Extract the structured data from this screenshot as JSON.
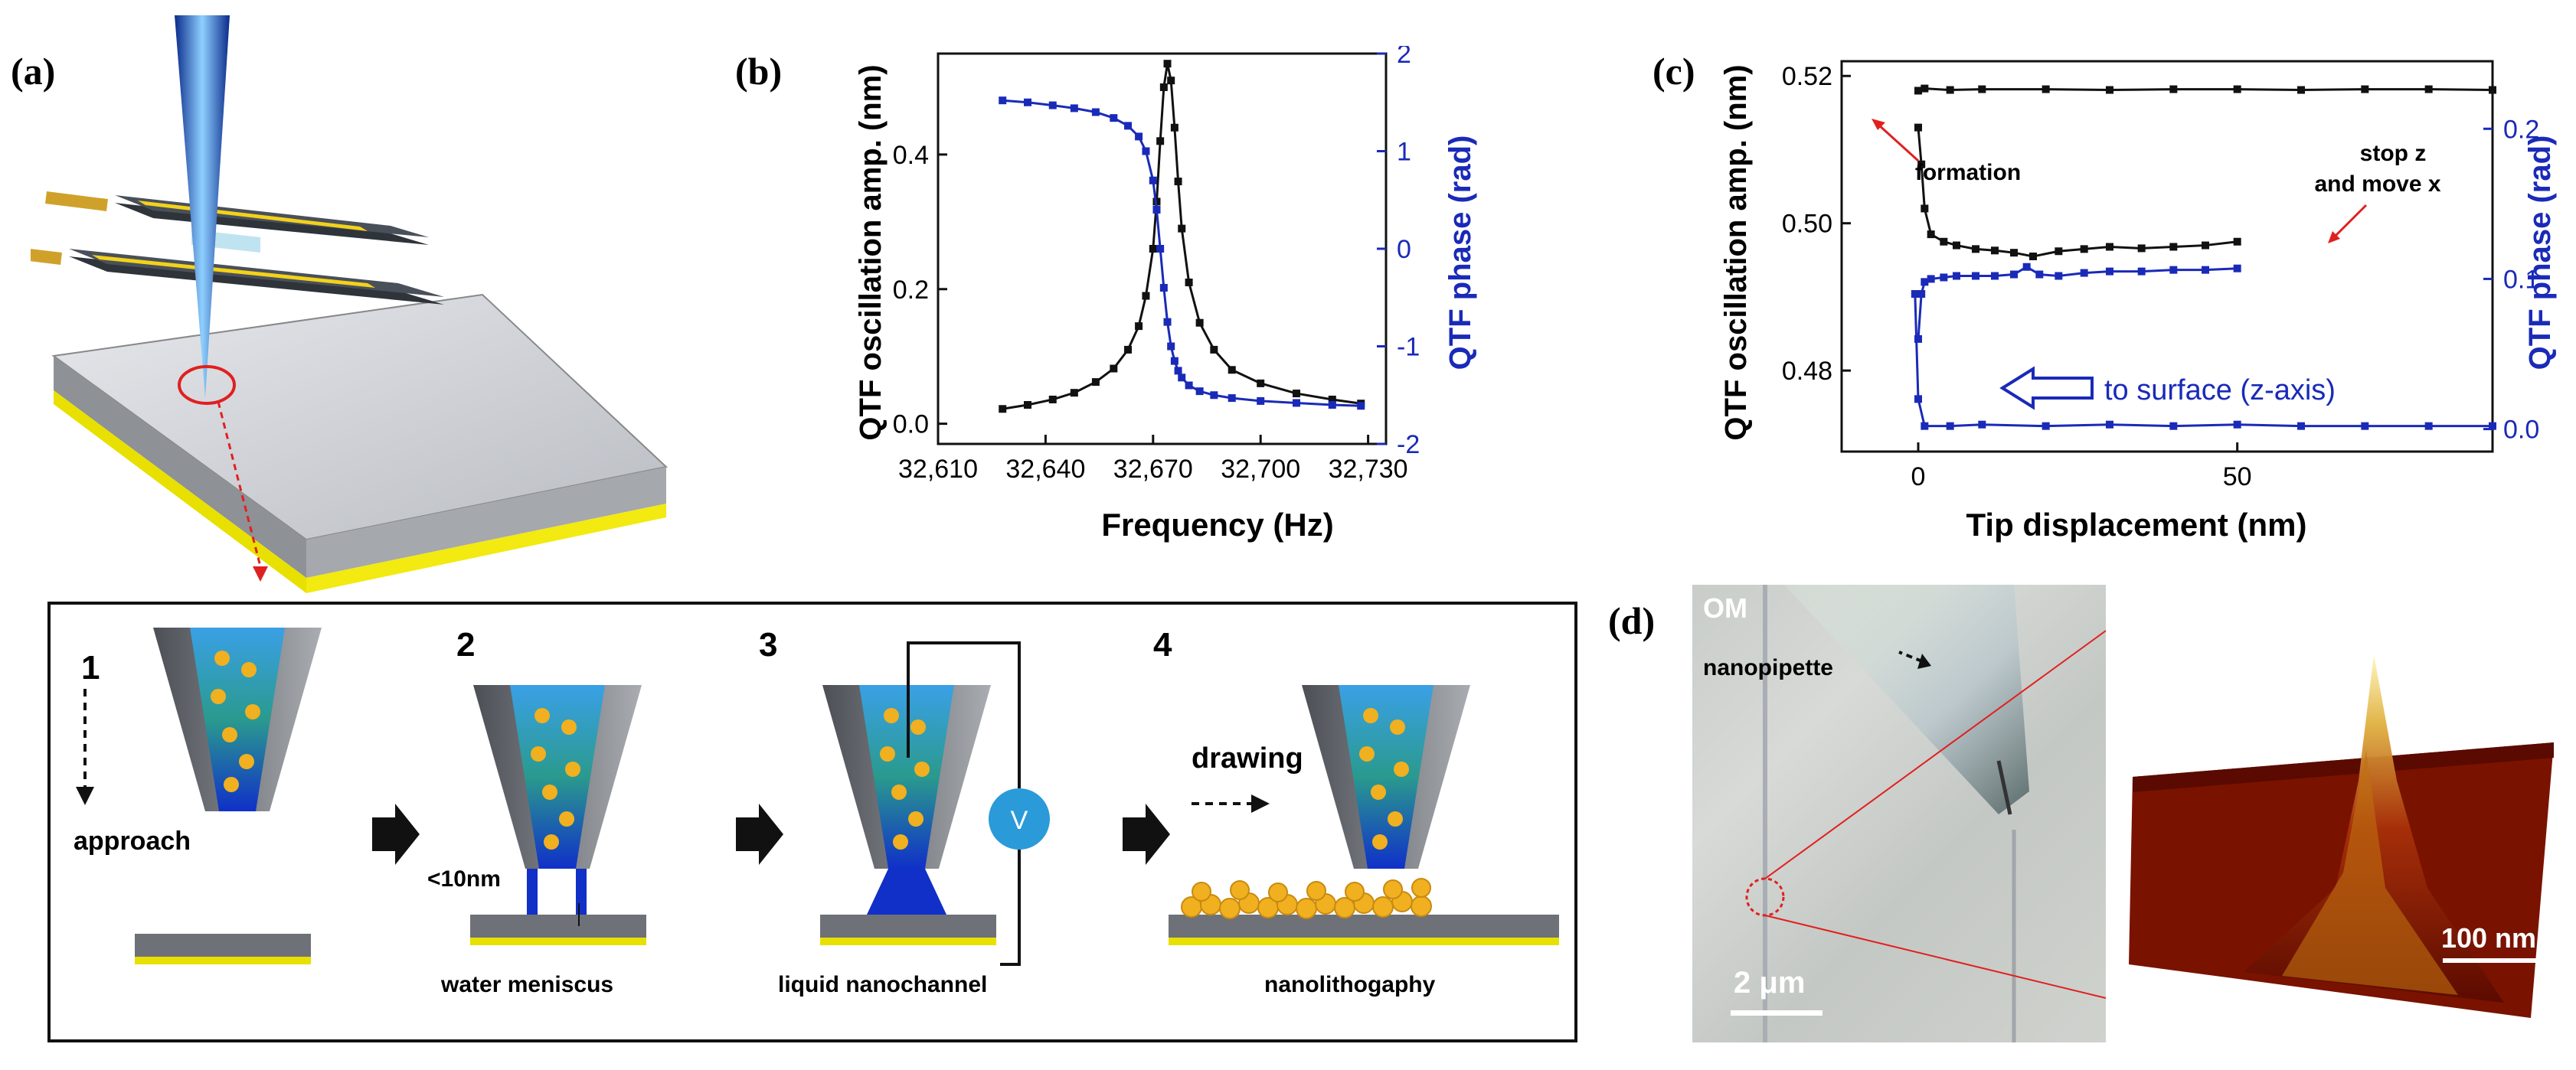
{
  "panels": {
    "a": {
      "label": "(a)"
    },
    "b": {
      "label": "(b)"
    },
    "c": {
      "label": "(c)"
    },
    "d": {
      "label": "(d)"
    }
  },
  "steps": [
    {
      "num": "1",
      "caption": "approach"
    },
    {
      "num": "2",
      "caption": "water meniscus",
      "gap_label": "<10nm"
    },
    {
      "num": "3",
      "caption": "liquid nanochannel",
      "meter_label": "V"
    },
    {
      "num": "4",
      "caption": "nanolithogaphy",
      "arrow_label": "drawing"
    }
  ],
  "om": {
    "label": "OM",
    "pipette_label": "nanopipette",
    "scale_label": "2 μm"
  },
  "afm": {
    "scale_label": "100 nm"
  },
  "chart_data": [
    {
      "id": "b",
      "type": "line",
      "xlabel": "Frequency (Hz)",
      "ylabel": "QTF oscillation amp. (nm)",
      "y2label": "QTF phase (rad)",
      "xlim": [
        32610,
        32735
      ],
      "ylim": [
        -0.03,
        0.55
      ],
      "y2lim": [
        -2,
        2
      ],
      "xticks": [
        "32,610",
        "32,640",
        "32,670",
        "32,700",
        "32,730"
      ],
      "xtick_values": [
        32610,
        32640,
        32670,
        32700,
        32730
      ],
      "yticks": [
        "0.0",
        "0.2",
        "0.4"
      ],
      "ytick_values": [
        0.0,
        0.2,
        0.4
      ],
      "y2ticks": [
        "-2",
        "-1",
        "0",
        "1",
        "2"
      ],
      "y2tick_values": [
        -2,
        -1,
        0,
        1,
        2
      ],
      "colors": {
        "amp": "#111111",
        "phase": "#1a2ab8"
      },
      "series": [
        {
          "axis": "left",
          "x": [
            32628,
            32635,
            32642,
            32648,
            32654,
            32659,
            32663,
            32666,
            32668,
            32670,
            32671,
            32672,
            32673,
            32674,
            32675,
            32676,
            32677,
            32678,
            32680,
            32683,
            32687,
            32692,
            32700,
            32710,
            32720,
            32728
          ],
          "values": [
            0.022,
            0.028,
            0.036,
            0.046,
            0.062,
            0.082,
            0.11,
            0.145,
            0.19,
            0.26,
            0.33,
            0.42,
            0.5,
            0.535,
            0.51,
            0.44,
            0.36,
            0.29,
            0.21,
            0.15,
            0.11,
            0.08,
            0.06,
            0.045,
            0.036,
            0.03
          ]
        },
        {
          "axis": "right",
          "x": [
            32628,
            32635,
            32642,
            32648,
            32654,
            32659,
            32663,
            32666,
            32668,
            32670,
            32671,
            32672,
            32673,
            32674,
            32675,
            32676,
            32677,
            32678,
            32680,
            32683,
            32687,
            32692,
            32700,
            32710,
            32720,
            32728
          ],
          "values": [
            1.52,
            1.5,
            1.47,
            1.44,
            1.4,
            1.34,
            1.26,
            1.15,
            1.0,
            0.7,
            0.4,
            0.0,
            -0.4,
            -0.75,
            -1.0,
            -1.15,
            -1.25,
            -1.32,
            -1.4,
            -1.46,
            -1.5,
            -1.53,
            -1.56,
            -1.58,
            -1.6,
            -1.61
          ]
        }
      ]
    },
    {
      "id": "c",
      "type": "line",
      "xlabel": "Tip displacement (nm)",
      "ylabel": "QTF oscillation amp. (nm)",
      "y2label": "QTF phase (rad)",
      "xlim": [
        -12,
        90
      ],
      "ylim": [
        0.469,
        0.522
      ],
      "y2lim": [
        -0.015,
        0.245
      ],
      "xticks": [
        "0",
        "50"
      ],
      "xtick_values": [
        0,
        50
      ],
      "yticks": [
        "0.48",
        "0.50",
        "0.52"
      ],
      "ytick_values": [
        0.48,
        0.5,
        0.52
      ],
      "y2ticks": [
        "0.0",
        "0.1",
        "0.2"
      ],
      "y2tick_values": [
        0.0,
        0.1,
        0.2
      ],
      "colors": {
        "amp": "#111111",
        "phase": "#1a2ab8",
        "annotation": "#e02020"
      },
      "annotations": [
        "formation",
        "stop z",
        "and move x",
        "to surface (z-axis)"
      ],
      "series": [
        {
          "axis": "left",
          "x": [
            0,
            1,
            5,
            10,
            20,
            30,
            40,
            50,
            60,
            70,
            80,
            90
          ],
          "values": [
            0.518,
            0.5183,
            0.5181,
            0.5182,
            0.5182,
            0.5181,
            0.5182,
            0.5182,
            0.5181,
            0.5182,
            0.5182,
            0.5181
          ]
        },
        {
          "axis": "left",
          "x": [
            0,
            0.5,
            1,
            2,
            4,
            6,
            9,
            12,
            15,
            18,
            22,
            26,
            30,
            35,
            40,
            45,
            50
          ],
          "values": [
            0.513,
            0.508,
            0.502,
            0.4985,
            0.4975,
            0.497,
            0.4965,
            0.4963,
            0.496,
            0.4955,
            0.4962,
            0.4965,
            0.4968,
            0.4966,
            0.4968,
            0.497,
            0.4975
          ]
        },
        {
          "axis": "right",
          "x": [
            0,
            0.5,
            1,
            2,
            4,
            6,
            9,
            12,
            15,
            17,
            19,
            22,
            26,
            30,
            35,
            40,
            45,
            50
          ],
          "values": [
            0.06,
            0.09,
            0.098,
            0.1,
            0.101,
            0.102,
            0.102,
            0.102,
            0.103,
            0.108,
            0.103,
            0.102,
            0.104,
            0.105,
            0.105,
            0.106,
            0.106,
            0.107
          ]
        },
        {
          "axis": "right",
          "x": [
            -0.5,
            0,
            1,
            5,
            10,
            20,
            30,
            40,
            50,
            60,
            70,
            80,
            90
          ],
          "values": [
            0.09,
            0.02,
            0.002,
            0.002,
            0.003,
            0.002,
            0.003,
            0.002,
            0.003,
            0.002,
            0.002,
            0.002,
            0.002
          ]
        }
      ]
    }
  ]
}
